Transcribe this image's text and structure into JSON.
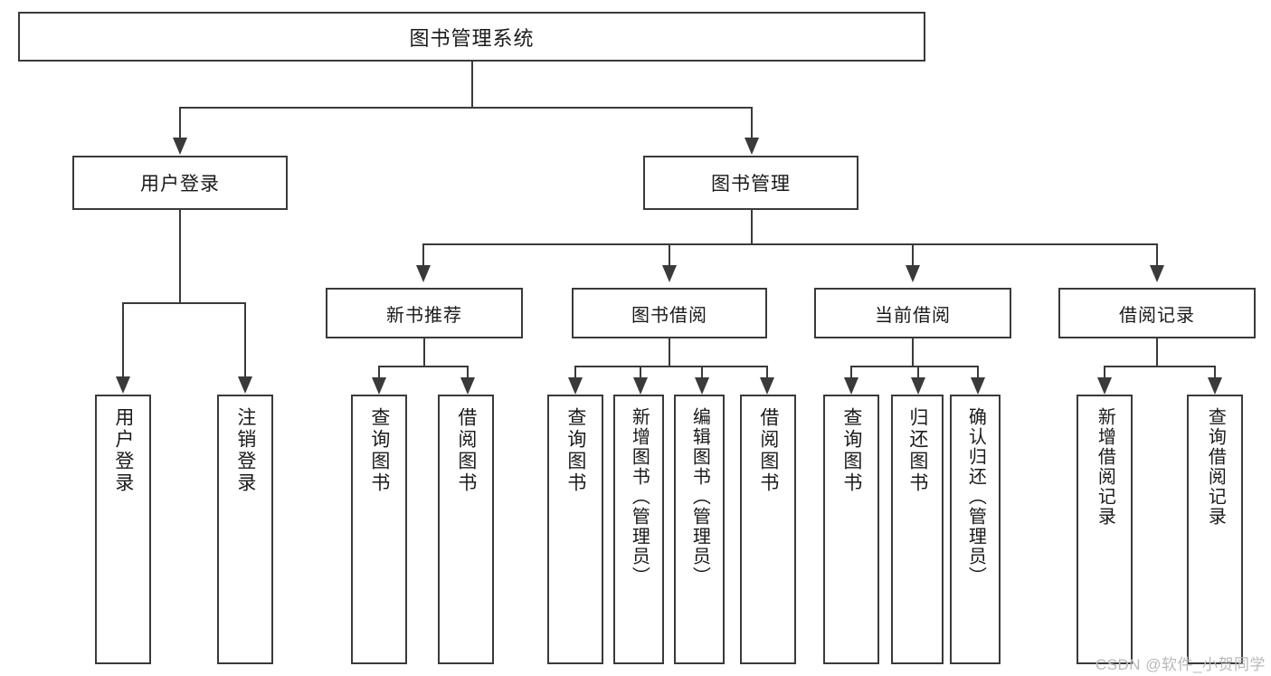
{
  "diagram": {
    "type": "tree",
    "title": "图书管理系统",
    "watermark": "CSDN @软件_小贺同学",
    "colors": {
      "stroke": "#3a3a3a",
      "fill": "#ffffff",
      "text": "#1a1a1a",
      "watermark": "#b9b9b9"
    },
    "root": {
      "label": "图书管理系统"
    },
    "level1": [
      {
        "label": "用户登录"
      },
      {
        "label": "图书管理"
      }
    ],
    "level2": [
      {
        "label": "新书推荐"
      },
      {
        "label": "图书借阅"
      },
      {
        "label": "当前借阅"
      },
      {
        "label": "借阅记录"
      }
    ],
    "leaves": {
      "user_login": [
        {
          "label": "用户登录"
        },
        {
          "label": "注销登录"
        }
      ],
      "new_book": [
        {
          "label": "查询图书"
        },
        {
          "label": "借阅图书"
        }
      ],
      "book_borrow": [
        {
          "label": "查询图书"
        },
        {
          "label": "新增图书（管理员）"
        },
        {
          "label": "编辑图书（管理员）"
        },
        {
          "label": "借阅图书"
        }
      ],
      "current_borrow": [
        {
          "label": "查询图书"
        },
        {
          "label": "归还图书"
        },
        {
          "label": "确认归还（管理员）"
        }
      ],
      "borrow_record": [
        {
          "label": "新增借阅记录"
        },
        {
          "label": "查询借阅记录"
        }
      ]
    }
  }
}
